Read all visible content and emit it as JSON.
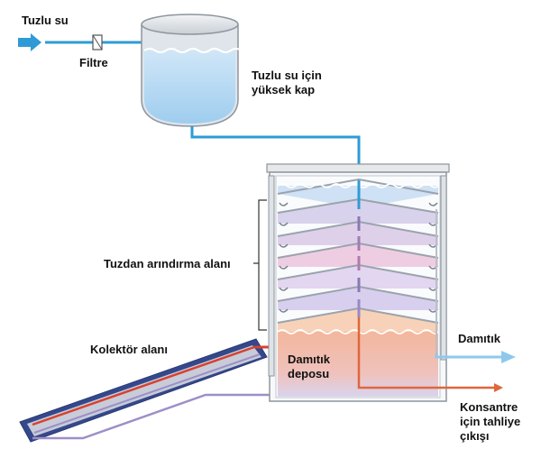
{
  "labels": {
    "salt_water": "Tuzlu su",
    "filter": "Filtre",
    "tank_line1": "Tuzlu su için",
    "tank_line2": "yüksek kap",
    "desalination": "Tuzdan arındırma alanı",
    "collector": "Kolektör alanı",
    "storage_line1": "Damıtık",
    "storage_line2": "deposu",
    "distillate": "Damıtık",
    "drain_line1": "Konsantre",
    "drain_line2": "için tahliye",
    "drain_line3": "çıkışı"
  },
  "colors": {
    "water_blue": "#2e9bd6",
    "distillate_out": "#8ec9ec",
    "concentrate_out": "#e0663c",
    "collector_frame": "#34488c",
    "hot_pipe": "#d9402f",
    "return_pipe": "#9d8fc8"
  },
  "icons": [
    "inflow-arrow-icon",
    "filter-icon",
    "distillate-arrow-icon",
    "concentrate-arrow-icon"
  ]
}
